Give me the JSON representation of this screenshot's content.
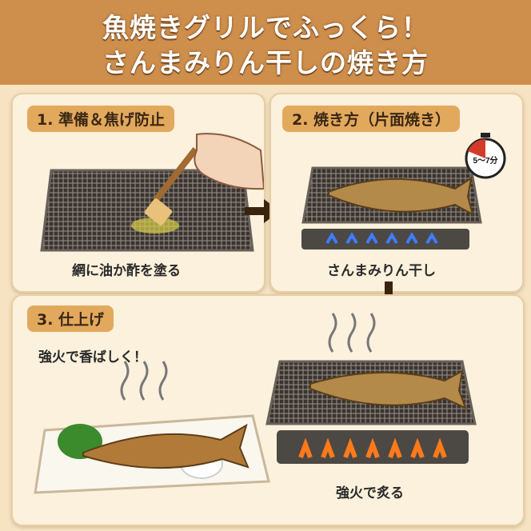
{
  "header": {
    "title_line1": "魚焼きグリルでふっくら！",
    "title_line2": "さんまみりん干しの焼き方"
  },
  "steps": [
    {
      "label": "1. 準備＆焦げ防止",
      "caption": "網に油か酢を塗る"
    },
    {
      "label": "2. 焼き方（片面焼き）",
      "caption": "さんまみりん干し",
      "timer": "5〜7分"
    },
    {
      "label": "3. 仕上げ",
      "note": "強火で香ばしく！",
      "caption": "強火で炙る"
    }
  ],
  "colors": {
    "header": "#cf8f4c",
    "background": "#f6e3c2",
    "panel": "#fbf1dc",
    "badge": "#e2a95d",
    "timer_accent": "#d43a2a"
  }
}
